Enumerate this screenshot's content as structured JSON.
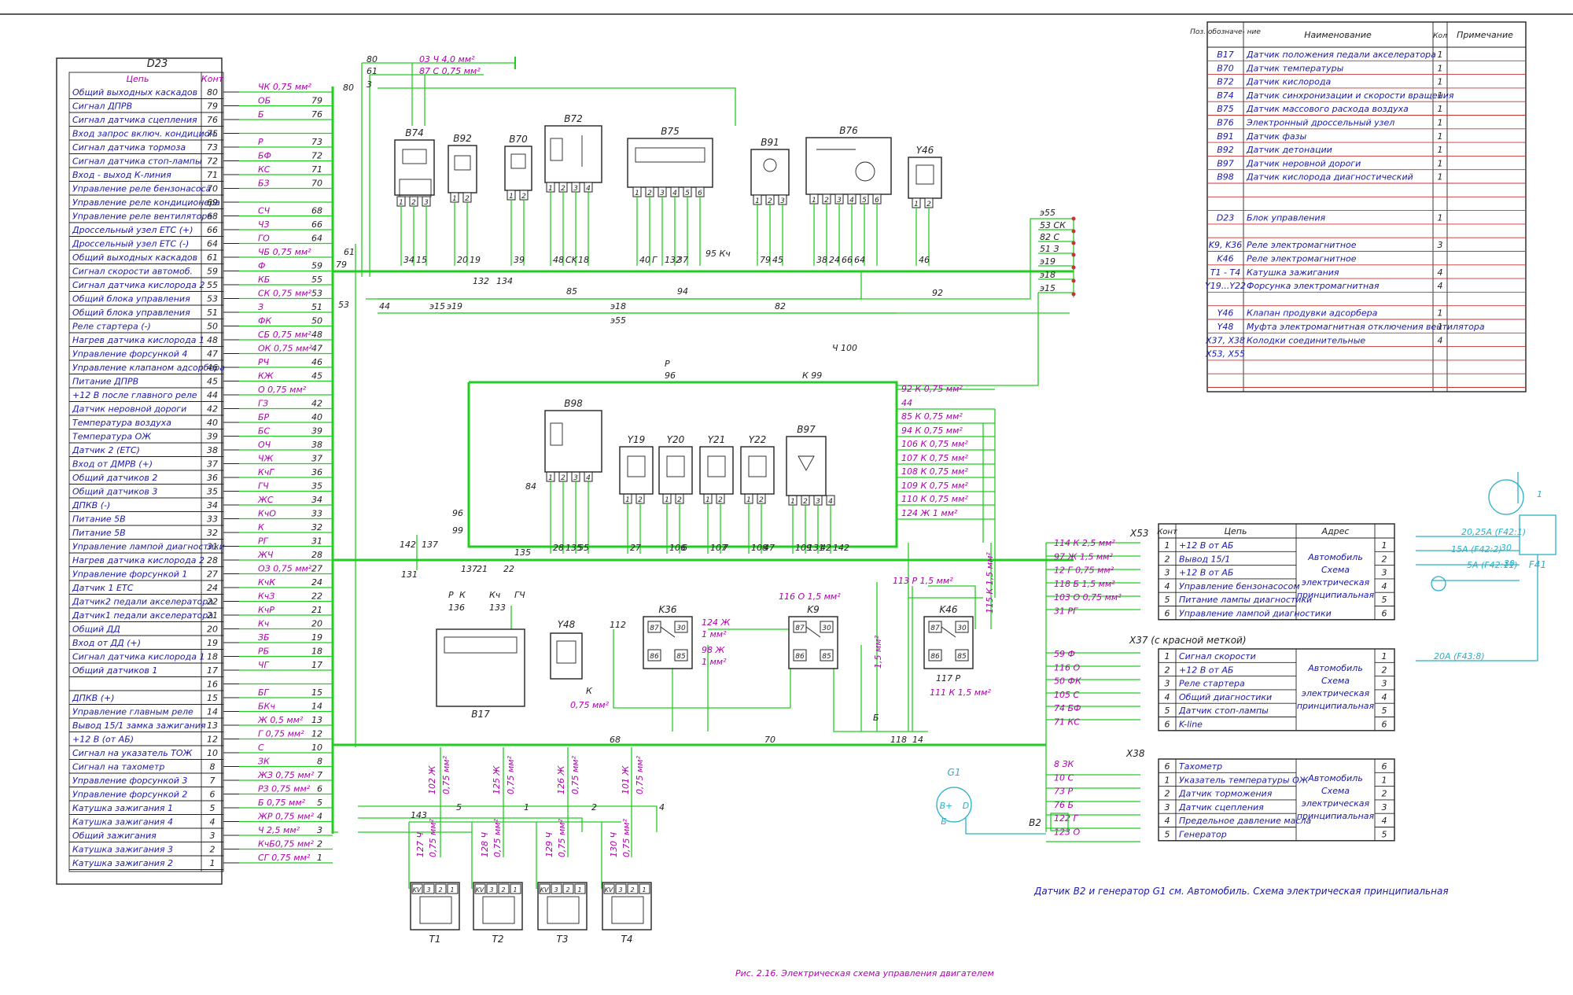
{
  "d23": {
    "title": "D23",
    "col_circuit": "Цепь",
    "col_pin": "Конт",
    "rows": [
      {
        "circuit": "Общий выходных каскадов",
        "pin": "80",
        "wire": "ЧК 0,75 мм²",
        "num": ""
      },
      {
        "circuit": "Сигнал ДПРВ",
        "pin": "79",
        "wire": "ОБ",
        "num": "79"
      },
      {
        "circuit": "Сигнал датчика сцепления",
        "pin": "76",
        "wire": "Б",
        "num": "76"
      },
      {
        "circuit": "Вход запрос включ. кондицион.",
        "pin": "75",
        "wire": "",
        "num": ""
      },
      {
        "circuit": "Сигнал датчика тормоза",
        "pin": "73",
        "wire": "Р",
        "num": "73"
      },
      {
        "circuit": "Сигнал датчика стоп-лампы",
        "pin": "72",
        "wire": "БФ",
        "num": "72"
      },
      {
        "circuit": "Вход - выход К-линия",
        "pin": "71",
        "wire": "КС",
        "num": "71"
      },
      {
        "circuit": "Управление реле бензонасоса",
        "pin": "70",
        "wire": "БЗ",
        "num": "70"
      },
      {
        "circuit": "Управление реле кондиционера",
        "pin": "69",
        "wire": "",
        "num": ""
      },
      {
        "circuit": "Управление реле вентилятора",
        "pin": "68",
        "wire": "СЧ",
        "num": "68"
      },
      {
        "circuit": "Дроссельный узел ETC (+)",
        "pin": "66",
        "wire": "ЧЗ",
        "num": "66"
      },
      {
        "circuit": "Дроссельный узел ETC (-)",
        "pin": "64",
        "wire": "ГО",
        "num": "64"
      },
      {
        "circuit": "Общий выходных каскадов",
        "pin": "61",
        "wire": "ЧБ 0,75 мм²",
        "num": ""
      },
      {
        "circuit": "Сигнал скорости автомоб.",
        "pin": "59",
        "wire": "Ф",
        "num": "59"
      },
      {
        "circuit": "Сигнал датчика кислорода 2",
        "pin": "55",
        "wire": "КБ",
        "num": "55"
      },
      {
        "circuit": "Общий блока управления",
        "pin": "53",
        "wire": "СК 0,75 мм²",
        "num": "53"
      },
      {
        "circuit": "Общий блока управления",
        "pin": "51",
        "wire": "З",
        "num": "51"
      },
      {
        "circuit": "Реле стартера (-)",
        "pin": "50",
        "wire": "ФК",
        "num": "50"
      },
      {
        "circuit": "Нагрев датчика кислорода 1",
        "pin": "48",
        "wire": "СБ 0,75 мм²",
        "num": "48"
      },
      {
        "circuit": "Управление форсункой 4",
        "pin": "47",
        "wire": "ОК 0,75 мм²",
        "num": "47"
      },
      {
        "circuit": "Управление клапаном адсорбера",
        "pin": "46",
        "wire": "РЧ",
        "num": "46"
      },
      {
        "circuit": "Питание ДПРВ",
        "pin": "45",
        "wire": "КЖ",
        "num": "45"
      },
      {
        "circuit": "+12 В после главного реле",
        "pin": "44",
        "wire": "О 0,75 мм²",
        "num": ""
      },
      {
        "circuit": "Датчик неровной дороги",
        "pin": "42",
        "wire": "ГЗ",
        "num": "42"
      },
      {
        "circuit": "Температура воздуха",
        "pin": "40",
        "wire": "БР",
        "num": "40"
      },
      {
        "circuit": "Температура ОЖ",
        "pin": "39",
        "wire": "БС",
        "num": "39"
      },
      {
        "circuit": "Датчик 2 (ETC)",
        "pin": "38",
        "wire": "ОЧ",
        "num": "38"
      },
      {
        "circuit": "Вход от ДМРВ (+)",
        "pin": "37",
        "wire": "ЧЖ",
        "num": "37"
      },
      {
        "circuit": "Общий датчиков 2",
        "pin": "36",
        "wire": "КчГ",
        "num": "36"
      },
      {
        "circuit": "Общий датчиков 3",
        "pin": "35",
        "wire": "ГЧ",
        "num": "35"
      },
      {
        "circuit": "ДПКВ (-)",
        "pin": "34",
        "wire": "ЖС",
        "num": "34"
      },
      {
        "circuit": "Питание 5В",
        "pin": "33",
        "wire": "КчО",
        "num": "33"
      },
      {
        "circuit": "Питание 5В",
        "pin": "32",
        "wire": "К",
        "num": "32"
      },
      {
        "circuit": "Управление лампой диагностики",
        "pin": "31",
        "wire": "РГ",
        "num": "31"
      },
      {
        "circuit": "Нагрев датчика кислорода 2",
        "pin": "28",
        "wire": "ЖЧ",
        "num": "28"
      },
      {
        "circuit": "Управление форсункой 1",
        "pin": "27",
        "wire": "ОЗ 0,75 мм²",
        "num": "27"
      },
      {
        "circuit": "Датчик 1 ETC",
        "pin": "24",
        "wire": "КчК",
        "num": "24"
      },
      {
        "circuit": "Датчик2 педали акселератора",
        "pin": "22",
        "wire": "КчЗ",
        "num": "22"
      },
      {
        "circuit": "Датчик1 педали акселератора",
        "pin": "21",
        "wire": "КчР",
        "num": "21"
      },
      {
        "circuit": "Общий ДД",
        "pin": "20",
        "wire": "Кч",
        "num": "20"
      },
      {
        "circuit": "Вход от ДД (+)",
        "pin": "19",
        "wire": "ЗБ",
        "num": "19"
      },
      {
        "circuit": "Сигнал датчика кислорода 1",
        "pin": "18",
        "wire": "РБ",
        "num": "18"
      },
      {
        "circuit": "Общий датчиков 1",
        "pin": "17",
        "wire": "ЧГ",
        "num": "17"
      },
      {
        "circuit": "",
        "pin": "16",
        "wire": "",
        "num": ""
      },
      {
        "circuit": "ДПКВ (+)",
        "pin": "15",
        "wire": "БГ",
        "num": "15"
      },
      {
        "circuit": "Управление главным реле",
        "pin": "14",
        "wire": "БКч",
        "num": "14"
      },
      {
        "circuit": "Вывод 15/1 замка зажигания",
        "pin": "13",
        "wire": "Ж 0,5 мм²",
        "num": "13"
      },
      {
        "circuit": "+12 В (от АБ)",
        "pin": "12",
        "wire": "Г 0,75 мм²",
        "num": "12"
      },
      {
        "circuit": "Сигнал на указатель ТОЖ",
        "pin": "10",
        "wire": "С",
        "num": "10"
      },
      {
        "circuit": "Сигнал на тахометр",
        "pin": "8",
        "wire": "ЗК",
        "num": "8"
      },
      {
        "circuit": "Управление форсункой 3",
        "pin": "7",
        "wire": "ЖЗ 0,75 мм²",
        "num": "7"
      },
      {
        "circuit": "Управление форсункой 2",
        "pin": "6",
        "wire": "РЗ 0,75 мм²",
        "num": "6"
      },
      {
        "circuit": "Катушка зажигания 1",
        "pin": "5",
        "wire": "Б 0,75 мм²",
        "num": "5"
      },
      {
        "circuit": "Катушка зажигания 4",
        "pin": "4",
        "wire": "ЖР 0,75 мм²",
        "num": "4"
      },
      {
        "circuit": "Общий зажигания",
        "pin": "3",
        "wire": "Ч 2,5 мм²",
        "num": "3"
      },
      {
        "circuit": "Катушка зажигания 3",
        "pin": "2",
        "wire": "КчБ0,75 мм²",
        "num": "2"
      },
      {
        "circuit": "Катушка зажигания 2",
        "pin": "1",
        "wire": "СГ 0,75 мм²",
        "num": "1"
      }
    ]
  },
  "legend": {
    "col_pos": "Поз. обозначе- ние",
    "col_name": "Наименование",
    "col_qty": "Кол",
    "col_note": "Примечание",
    "rows": [
      {
        "pos": "B17",
        "name": "Датчик положения педали акселератора",
        "qty": "1"
      },
      {
        "pos": "B70",
        "name": "Датчик температуры",
        "qty": "1"
      },
      {
        "pos": "B72",
        "name": "Датчик кислорода",
        "qty": "1"
      },
      {
        "pos": "B74",
        "name": "Датчик синхронизации и скорости вращения",
        "qty": "1"
      },
      {
        "pos": "B75",
        "name": "Датчик массового расхода воздуха",
        "qty": "1"
      },
      {
        "pos": "B76",
        "name": "Электронный дроссельный узел",
        "qty": "1"
      },
      {
        "pos": "B91",
        "name": "Датчик фазы",
        "qty": "1"
      },
      {
        "pos": "B92",
        "name": "Датчик детонации",
        "qty": "1"
      },
      {
        "pos": "B97",
        "name": "Датчик неровной дороги",
        "qty": "1"
      },
      {
        "pos": "B98",
        "name": "Датчик кислорода диагностический",
        "qty": "1"
      },
      {
        "pos": "",
        "name": "",
        "qty": ""
      },
      {
        "pos": "",
        "name": "",
        "qty": ""
      },
      {
        "pos": "D23",
        "name": "Блок управления",
        "qty": "1"
      },
      {
        "pos": "",
        "name": "",
        "qty": ""
      },
      {
        "pos": "K9, K36",
        "name": "Реле электромагнитное",
        "qty": "3"
      },
      {
        "pos": "K46",
        "name": "Реле электромагнитное",
        "qty": ""
      },
      {
        "pos": "T1 - T4",
        "name": "Катушка зажигания",
        "qty": "4"
      },
      {
        "pos": "Y19...Y22",
        "name": "Форсунка электромагнитная",
        "qty": "4"
      },
      {
        "pos": "",
        "name": "",
        "qty": ""
      },
      {
        "pos": "Y46",
        "name": "Клапан продувки адсорбера",
        "qty": "1"
      },
      {
        "pos": "Y48",
        "name": "Муфта электромагнитная отключения вентилятора",
        "qty": "1"
      },
      {
        "pos": "X37, X38",
        "name": "Колодки соединительные",
        "qty": "4"
      },
      {
        "pos": "X53, X55",
        "name": "",
        "qty": ""
      },
      {
        "pos": "",
        "name": "",
        "qty": ""
      },
      {
        "pos": "",
        "name": "",
        "qty": ""
      }
    ]
  },
  "components": {
    "B74": "B74",
    "B92": "B92",
    "B70": "B70",
    "B72": "B72",
    "B75": "B75",
    "B91": "B91",
    "B76": "B76",
    "Y46": "Y46",
    "B98": "B98",
    "Y19": "Y19",
    "Y20": "Y20",
    "Y21": "Y21",
    "Y22": "Y22",
    "B97": "B97",
    "B17": "B17",
    "Y48": "Y48",
    "K36": "K36",
    "K9": "K9",
    "K46": "K46",
    "T1": "T1",
    "T2": "T2",
    "T3": "T3",
    "T4": "T4",
    "G1": "G1",
    "B2": "B2",
    "F41": "F41"
  },
  "sensor_wires": {
    "B74": [
      "34",
      "15"
    ],
    "B92": [
      "20",
      "19"
    ],
    "B70": [
      "39"
    ],
    "B72": [
      "48",
      "CK",
      "18"
    ],
    "B75": [
      "40",
      "Г",
      "132",
      "37"
    ],
    "B91": [
      "79",
      "45"
    ],
    "B76": [
      "38",
      "24",
      "66",
      "64"
    ],
    "Y46": [
      "46"
    ],
    "B98": [
      "28",
      "135",
      "55"
    ],
    "Y19": [
      "27"
    ],
    "Y20": [
      "106",
      "6"
    ],
    "Y21": [
      "107",
      "7"
    ],
    "Y22": [
      "108",
      "47"
    ],
    "B97": [
      "109",
      "131",
      "42",
      "142"
    ]
  },
  "top_wires": {
    "w80": "80",
    "w61": "61",
    "w3": "3",
    "r1": "03 Ч 4,0 мм²",
    "r2": "87 С 0,75 мм²",
    "n79": "79",
    "n61b": "61",
    "n53": "53",
    "n44": "44",
    "e15": "э15",
    "e19": "э19",
    "n132": "132",
    "n134": "134",
    "n85": "85",
    "e18": "э18",
    "e55": "э55",
    "n94": "94",
    "n82": "82",
    "n92": "92",
    "n95": "95 Кч",
    "P": "Р",
    "n96": "96",
    "K99": "К 99",
    "Ch100": "Ч 100"
  },
  "x55": [
    {
      "lbl": "э55"
    },
    {
      "lbl": "53 СК"
    },
    {
      "lbl": "82 С"
    },
    {
      "lbl": "51 З"
    },
    {
      "lbl": "э19"
    },
    {
      "lbl": "э18"
    },
    {
      "lbl": "э15"
    }
  ],
  "mid_wires": [
    "92 К 0,75 мм²",
    "44",
    "85 К 0,75 мм²",
    "94 К 0,75 мм²",
    "106 К 0,75 мм²",
    "107 К 0,75 мм²",
    "108 К 0,75 мм²",
    "109 К 0,75 мм²",
    "110 К 0,75 мм²",
    "124 Ж 1 мм²"
  ],
  "b17_wires": {
    "w142": "142",
    "w137": "137",
    "w131": "131",
    "w96": "96",
    "w99": "99",
    "w84": "84",
    "P": "Р",
    "K": "К",
    "n136": "136",
    "n137b": "137",
    "n21": "21",
    "n22": "22",
    "Kch": "Кч",
    "GCh": "ГЧ",
    "n136b": "136",
    "n133": "133",
    "n134b": "134",
    "n135b": "135",
    "y48_K": "К",
    "y48_s": "0,75 мм²",
    "n112": "112",
    "k36a": "124 Ж",
    "k36b": "1 мм²",
    "k36c": "98 Ж",
    "k36d": "1 мм²",
    "n116": "116 О 1,5 мм²",
    "n113": "113 Р 1,5 мм²",
    "n115": "115 К 1,5 мм²",
    "n15mm": "1,5 мм²",
    "n117": "117 Р",
    "n111": "111 К 1,5 мм²",
    "n68": "68",
    "n70": "70",
    "n118": "118",
    "n14": "14",
    "Bb": "Б"
  },
  "relay_pins": {
    "p87": "87",
    "p30": "30",
    "p86": "86",
    "p85": "85"
  },
  "coil_wires": [
    {
      "id": "T1",
      "top": "102 Ж",
      "size": "0,75 мм²",
      "bot": "127 Ч",
      "bsize": "0,75 мм²",
      "pin": "5",
      "k": "143"
    },
    {
      "id": "T2",
      "top": "125 Ж",
      "size": "0,75 мм²",
      "bot": "128 Ч",
      "bsize": "0,75 мм²",
      "pin": "1",
      "k": ""
    },
    {
      "id": "T3",
      "top": "126 Ж",
      "size": "0,75 мм²",
      "bot": "129 Ч",
      "bsize": "0,75 мм²",
      "pin": "2",
      "k": ""
    },
    {
      "id": "T4",
      "top": "101 Ж",
      "size": "0,75 мм²",
      "bot": "130 Ч",
      "bsize": "0,75 мм²",
      "pin": "4",
      "k": ""
    }
  ],
  "coil_pins": [
    "KV",
    "3",
    "2",
    "1"
  ],
  "x53": {
    "title": "X53",
    "col_pin": "Конт",
    "col_circ": "Цепь",
    "col_addr": "Адрес",
    "addr": [
      "Автомобиль",
      "Схема",
      "электрическая",
      "принципиальная"
    ],
    "wires": [
      "114 К 2,5 мм²",
      "97 Ж 1,5 мм²",
      "12 Г 0,75 мм²",
      "118 Б 1,5 мм²",
      "103 О 0,75 мм²",
      "31 РГ"
    ],
    "rows": [
      {
        "pin": "1",
        "circ": "+12 В от АБ",
        "r": "1"
      },
      {
        "pin": "2",
        "circ": "Вывод 15/1",
        "r": "2"
      },
      {
        "pin": "3",
        "circ": "+12 В от АБ",
        "r": "3"
      },
      {
        "pin": "4",
        "circ": "Управление бензонасосом",
        "r": "4"
      },
      {
        "pin": "5",
        "circ": "Питание лампы диагностики",
        "r": "5"
      },
      {
        "pin": "6",
        "circ": "Управление лампой диагностики",
        "r": "6"
      }
    ]
  },
  "x37": {
    "title": "X37 (с красной меткой)",
    "addr": [
      "Автомобиль",
      "Схема",
      "электрическая",
      "принципиальная"
    ],
    "wires": [
      "59 Ф",
      "116 О",
      "50 ФК",
      "105 С",
      "74 БФ",
      "71 КС"
    ],
    "rows": [
      {
        "pin": "1",
        "circ": "Сигнал скорости",
        "r": "1"
      },
      {
        "pin": "2",
        "circ": "+12 В от АБ",
        "r": "2"
      },
      {
        "pin": "3",
        "circ": "Реле стартера",
        "r": "3"
      },
      {
        "pin": "4",
        "circ": "Общий диагностики",
        "r": "4"
      },
      {
        "pin": "5",
        "circ": "Датчик стоп-лампы",
        "r": "5"
      },
      {
        "pin": "6",
        "circ": "K-line",
        "r": "6"
      }
    ]
  },
  "x38": {
    "title": "X38",
    "addr": [
      "Автомобиль",
      "Схема",
      "электрическая",
      "принципиальная"
    ],
    "wires": [
      "8 ЗК",
      "10 С",
      "73 Р",
      "76 Б",
      "122 Г",
      "123 О"
    ],
    "rows": [
      {
        "pin": "6",
        "circ": "Тахометр",
        "r": "6"
      },
      {
        "pin": "1",
        "circ": "Указатель температуры ОЖ",
        "r": "1"
      },
      {
        "pin": "2",
        "circ": "Датчик торможения",
        "r": "2"
      },
      {
        "pin": "3",
        "circ": "Датчик сцепления",
        "r": "3"
      },
      {
        "pin": "4",
        "circ": "Предельное давление масла",
        "r": "4"
      },
      {
        "pin": "5",
        "circ": "Генератор",
        "r": "5"
      }
    ]
  },
  "fuses": {
    "f1": "20,25А (F42:1)",
    "f2": "15А (F42:2)",
    "f3": "5А (F42:11)",
    "f4": "20А (F43:8)",
    "n30": "30",
    "n30b": "30",
    "s1": "1"
  },
  "g1_pins": {
    "bplus": "B+",
    "d": "D",
    "b": "Б"
  },
  "notes": {
    "sensor_note": "Датчик B2 и генератор G1 см. Автомобиль. Схема электрическая принципиальная",
    "caption": "Рис. 2.16. Электрическая схема управления двигателем"
  }
}
